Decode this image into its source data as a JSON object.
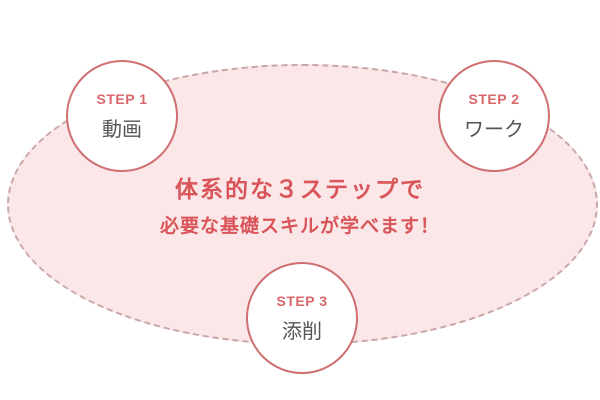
{
  "diagram": {
    "headline_line1": "体系的な３ステップで",
    "headline_line2": "必要な基礎スキルが学べます！",
    "steps": [
      {
        "label": "STEP 1",
        "name": "動画"
      },
      {
        "label": "STEP 2",
        "name": "ワーク"
      },
      {
        "label": "STEP 3",
        "name": "添削"
      }
    ],
    "colors": {
      "accent": "#d9555a",
      "circle_border": "#cf6f72",
      "ellipse_fill": "#fbe7e8",
      "ellipse_border": "#c7a5a8",
      "step_name_text": "#555555"
    }
  }
}
